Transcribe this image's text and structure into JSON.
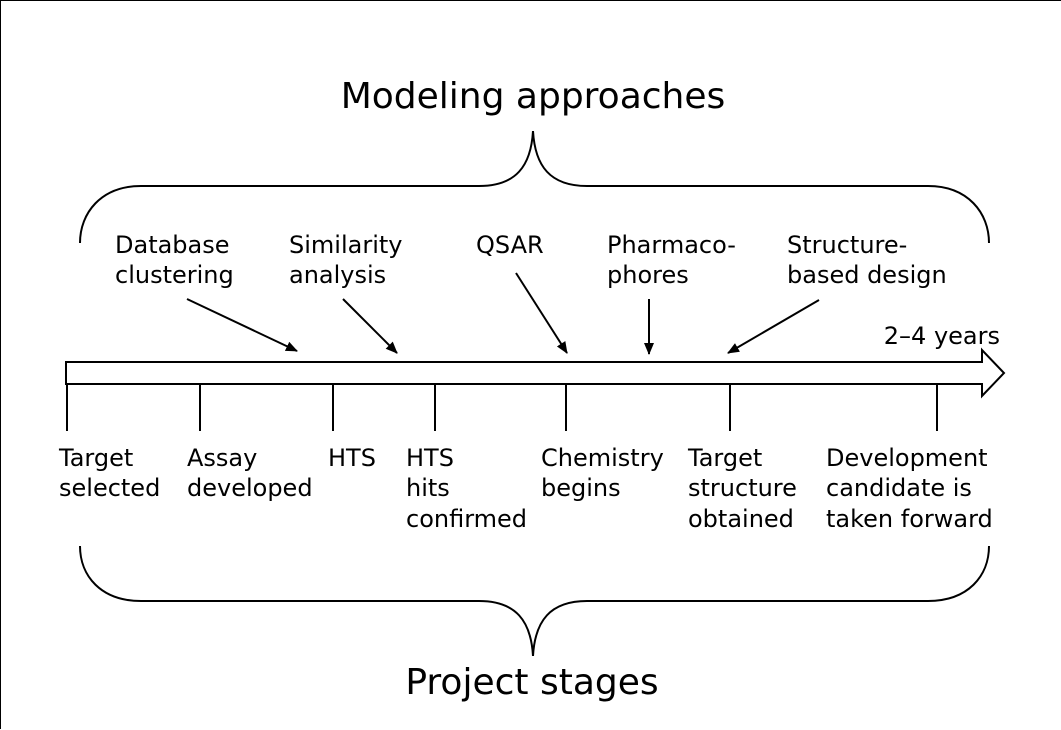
{
  "title_top": "Modeling approaches",
  "title_bottom": "Project stages",
  "duration_label": "2–4 years",
  "approaches": [
    {
      "lines": [
        "Database",
        "clustering"
      ]
    },
    {
      "lines": [
        "Similarity",
        "analysis"
      ]
    },
    {
      "lines": [
        "QSAR"
      ]
    },
    {
      "lines": [
        "Pharmaco-",
        "phores"
      ]
    },
    {
      "lines": [
        "Structure-",
        "based design"
      ]
    }
  ],
  "stages": [
    {
      "lines": [
        "Target",
        "selected"
      ]
    },
    {
      "lines": [
        "Assay",
        "developed"
      ]
    },
    {
      "lines": [
        "HTS"
      ]
    },
    {
      "lines": [
        "HTS",
        "hits",
        "confirmed"
      ]
    },
    {
      "lines": [
        "Chemistry",
        "begins"
      ]
    },
    {
      "lines": [
        "Target",
        "structure",
        "obtained"
      ]
    },
    {
      "lines": [
        "Development",
        "candidate is",
        "taken forward"
      ]
    }
  ]
}
